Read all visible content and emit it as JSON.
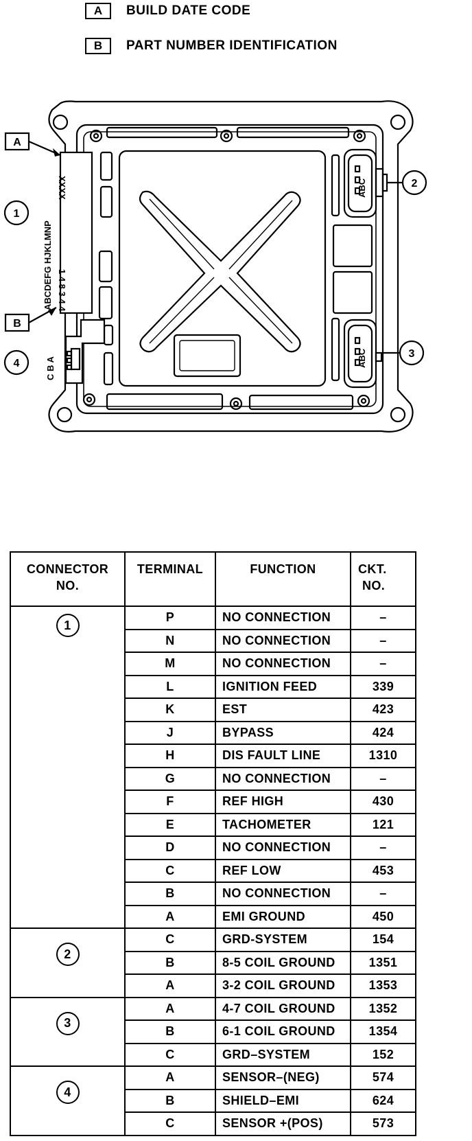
{
  "legend": [
    {
      "letter": "A",
      "text": "BUILD DATE CODE"
    },
    {
      "letter": "B",
      "text": "PART NUMBER IDENTIFICATION"
    }
  ],
  "diagram": {
    "callout_A": "A",
    "callout_B": "B",
    "connector_1": "1",
    "connector_2": "2",
    "connector_3": "3",
    "connector_4": "4",
    "pins_1": "ABCDEFG HJKLMNP",
    "build_code": "XXXX",
    "part_code": "1 4 8 3 4 4",
    "pins_2": "ABC",
    "pins_3": "ABC",
    "pins_4": "C B A"
  },
  "table": {
    "headers": {
      "connector": [
        "CONNECTOR",
        "NO."
      ],
      "terminal": "TERMINAL",
      "function": "FUNCTION",
      "ckt": [
        "CKT.",
        "NO."
      ]
    },
    "groups": [
      {
        "connector": "1",
        "rows": [
          {
            "terminal": "P",
            "function": "NO CONNECTION",
            "ckt": "–"
          },
          {
            "terminal": "N",
            "function": "NO CONNECTION",
            "ckt": "–"
          },
          {
            "terminal": "M",
            "function": "NO CONNECTION",
            "ckt": "–"
          },
          {
            "terminal": "L",
            "function": "IGNITION FEED",
            "ckt": "339"
          },
          {
            "terminal": "K",
            "function": "EST",
            "ckt": "423"
          },
          {
            "terminal": "J",
            "function": "BYPASS",
            "ckt": "424"
          },
          {
            "terminal": "H",
            "function": "DIS FAULT LINE",
            "ckt": "1310"
          },
          {
            "terminal": "G",
            "function": "NO CONNECTION",
            "ckt": "–"
          },
          {
            "terminal": "F",
            "function": "REF HIGH",
            "ckt": "430"
          },
          {
            "terminal": "E",
            "function": "TACHOMETER",
            "ckt": "121"
          },
          {
            "terminal": "D",
            "function": "NO CONNECTION",
            "ckt": "–"
          },
          {
            "terminal": "C",
            "function": "REF LOW",
            "ckt": "453"
          },
          {
            "terminal": "B",
            "function": "NO CONNECTION",
            "ckt": "–"
          },
          {
            "terminal": "A",
            "function": "EMI GROUND",
            "ckt": "450"
          }
        ]
      },
      {
        "connector": "2",
        "rows": [
          {
            "terminal": "C",
            "function": "GRD-SYSTEM",
            "ckt": "154"
          },
          {
            "terminal": "B",
            "function": "8-5 COIL GROUND",
            "ckt": "1351"
          },
          {
            "terminal": "A",
            "function": "3-2 COIL GROUND",
            "ckt": "1353"
          }
        ]
      },
      {
        "connector": "3",
        "rows": [
          {
            "terminal": "A",
            "function": "4-7 COIL GROUND",
            "ckt": "1352"
          },
          {
            "terminal": "B",
            "function": "6-1 COIL GROUND",
            "ckt": "1354"
          },
          {
            "terminal": "C",
            "function": "GRD–SYSTEM",
            "ckt": "152"
          }
        ]
      },
      {
        "connector": "4",
        "rows": [
          {
            "terminal": "A",
            "function": "SENSOR–(NEG)",
            "ckt": "574"
          },
          {
            "terminal": "B",
            "function": "SHIELD–EMI",
            "ckt": "624"
          },
          {
            "terminal": "C",
            "function": "SENSOR +(POS)",
            "ckt": "573"
          }
        ]
      }
    ]
  }
}
